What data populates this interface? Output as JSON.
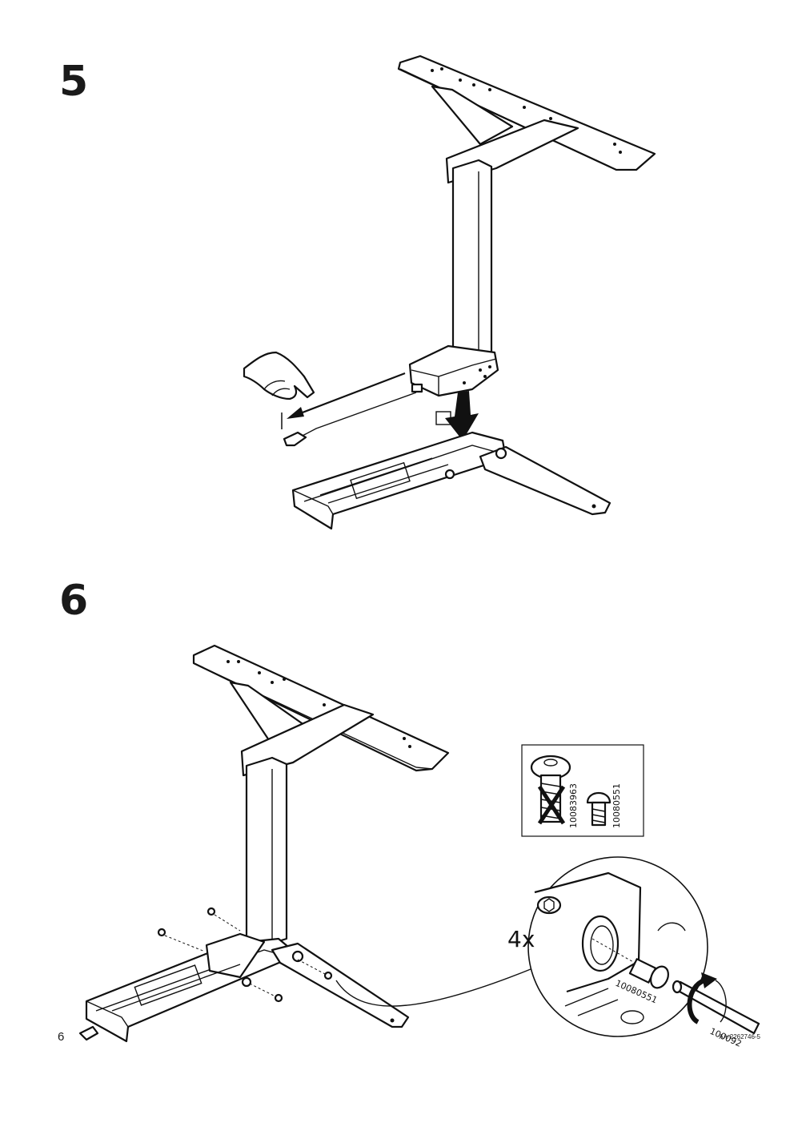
{
  "steps": [
    {
      "number": "5"
    },
    {
      "number": "6"
    }
  ],
  "step6": {
    "screw_options": [
      {
        "code": "10083963",
        "allowed": false
      },
      {
        "code": "10080551",
        "allowed": true
      }
    ],
    "quantity": "4x",
    "detail_screw_code": "10080551",
    "tool_code": "100092"
  },
  "footer": {
    "page_number": "6",
    "document_code": "AA-2262746-5"
  },
  "icons": [
    "hand-plug-icon",
    "arrow-down-icon",
    "rotate-arrow-icon",
    "cross-mark-icon"
  ]
}
